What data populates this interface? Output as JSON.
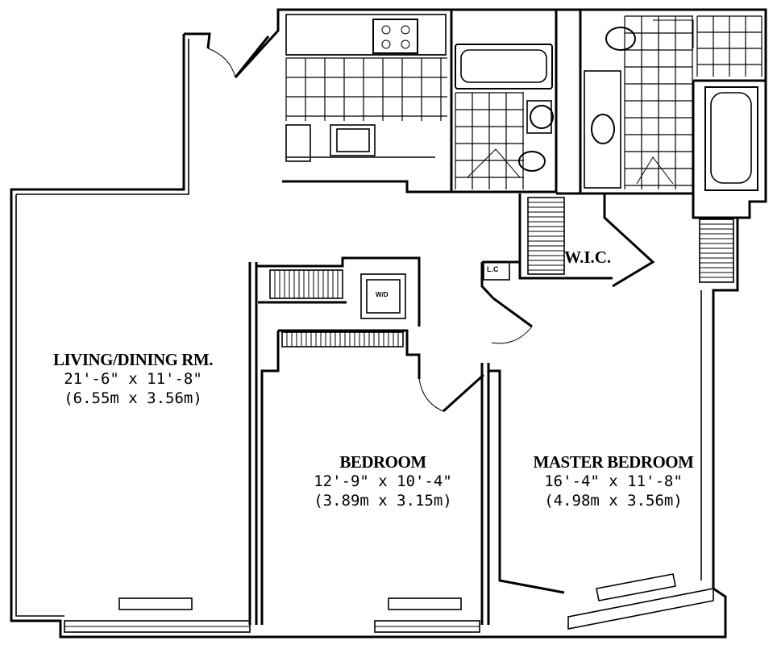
{
  "rooms": {
    "living": {
      "name": "LIVING/DINING RM.",
      "dim_imperial": "21'-6\" x 11'-8\"",
      "dim_metric": "(6.55m x 3.56m)"
    },
    "bedroom": {
      "name": "BEDROOM",
      "dim_imperial": "12'-9\" x 10'-4\"",
      "dim_metric": "(3.89m x 3.15m)"
    },
    "master": {
      "name": "MASTER BEDROOM",
      "dim_imperial": "16'-4\" x 11'-8\"",
      "dim_metric": "(4.98m x 3.56m)"
    }
  },
  "labels": {
    "wic": "W.I.C.",
    "lc": "L.C",
    "wd": "W/D"
  }
}
